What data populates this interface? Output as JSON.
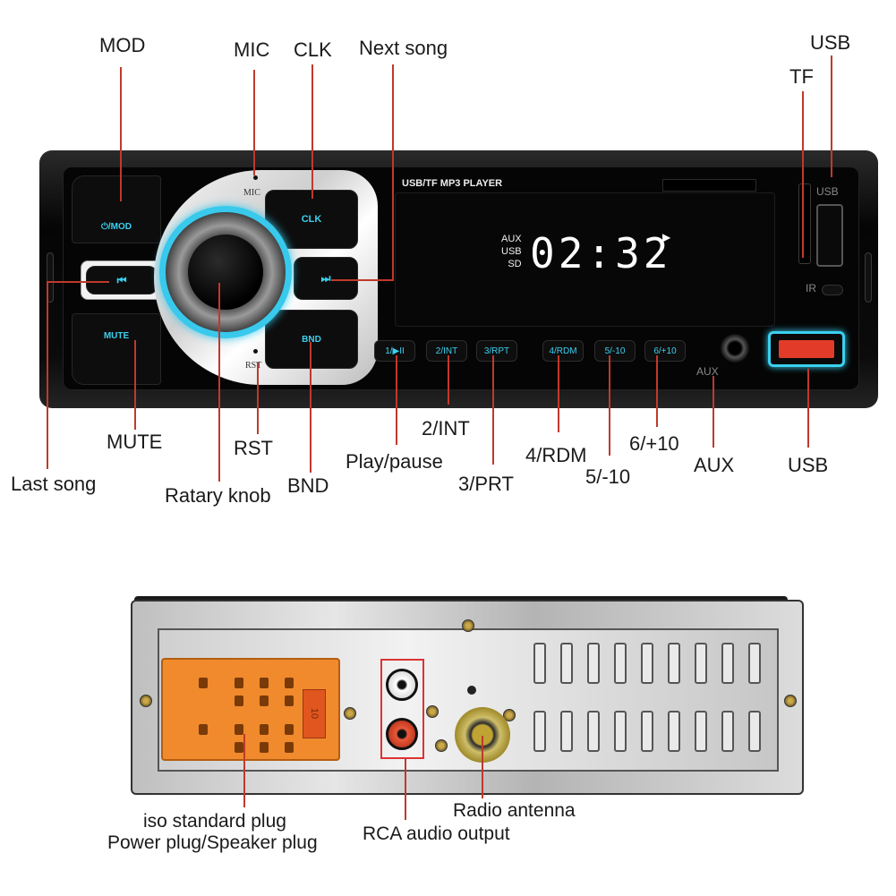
{
  "front_labels": {
    "mod": "MOD",
    "mic": "MIC",
    "clk": "CLK",
    "next_song": "Next song",
    "usb_top": "USB",
    "tf": "TF",
    "mute": "MUTE",
    "rst": "RST",
    "last_song": "Last song",
    "rotary_knob": "Ratary knob",
    "bnd": "BND",
    "play_pause": "Play/pause",
    "int": "2/INT",
    "prt": "3/PRT",
    "rdm": "4/RDM",
    "minus10": "5/-10",
    "plus10": "6/+10",
    "aux": "AUX",
    "usb_bottom": "USB"
  },
  "device": {
    "display_title": "USB/TF MP3 PLAYER",
    "modes": [
      "AUX",
      "USB",
      "SD"
    ],
    "clock": "02:32",
    "play_indicator": "▶",
    "mod_button": "⏻/MOD",
    "clk_button": "CLK",
    "prev_button": "⏮",
    "next_button": "⏭",
    "mute_button": "MUTE",
    "bnd_button": "BND",
    "mic_text": "MIC",
    "rst_text": "RST",
    "preset_buttons": [
      "1/▶II",
      "2/INT",
      "3/RPT",
      "4/RDM",
      "5/-10",
      "6/+10"
    ],
    "aux_text": "AUX",
    "usb_text": "USB",
    "ir_text": "IR",
    "accent_color": "#3bd0ef",
    "usb_port_color": "#e33b2a"
  },
  "rear_labels": {
    "iso_line1": "iso standard plug",
    "iso_line2": "Power plug/Speaker plug",
    "rca": "RCA audio output",
    "antenna": "Radio antenna",
    "iso_tab_text": "10"
  }
}
